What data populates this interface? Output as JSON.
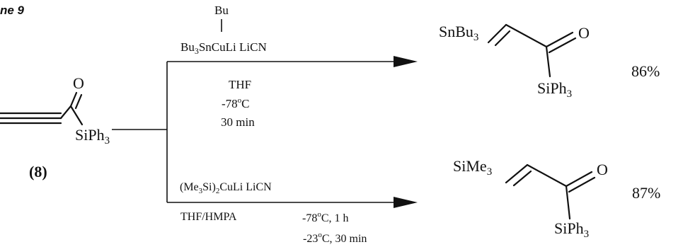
{
  "scheme": {
    "label": "ne 9"
  },
  "start_material": {
    "carbonyl_o": "O",
    "silyl": "SiPh",
    "silyl_sub": "3",
    "compound_number": "(8)"
  },
  "top_reaction": {
    "reagent_substituent": "Bu",
    "reagent_a": "Bu",
    "reagent_a_sub": "3",
    "reagent_b": "SnCuLi LiCN",
    "solvent": "THF",
    "temp": "-78",
    "temp_deg": "o",
    "temp_unit": "C",
    "time": "30 min",
    "product": {
      "group": "SnBu",
      "group_sub": "3",
      "carbonyl_o": "O",
      "silyl": "SiPh",
      "silyl_sub": "3"
    },
    "yield": "86%"
  },
  "bottom_reaction": {
    "reagent_open": "(Me",
    "reagent_sub1": "3",
    "reagent_mid": "Si)",
    "reagent_sub2": "2",
    "reagent_rest": "CuLi  LiCN",
    "solvent": "THF/HMPA",
    "cond1_temp": "-78",
    "cond1_deg": "o",
    "cond1_rest": "C,  1 h",
    "cond2_temp": "-23",
    "cond2_deg": "o",
    "cond2_rest": "C,  30 min",
    "product": {
      "group": "SiMe",
      "group_sub": "3",
      "carbonyl_o": "O",
      "silyl": "SiPh",
      "silyl_sub": "3"
    },
    "yield": "87%"
  }
}
